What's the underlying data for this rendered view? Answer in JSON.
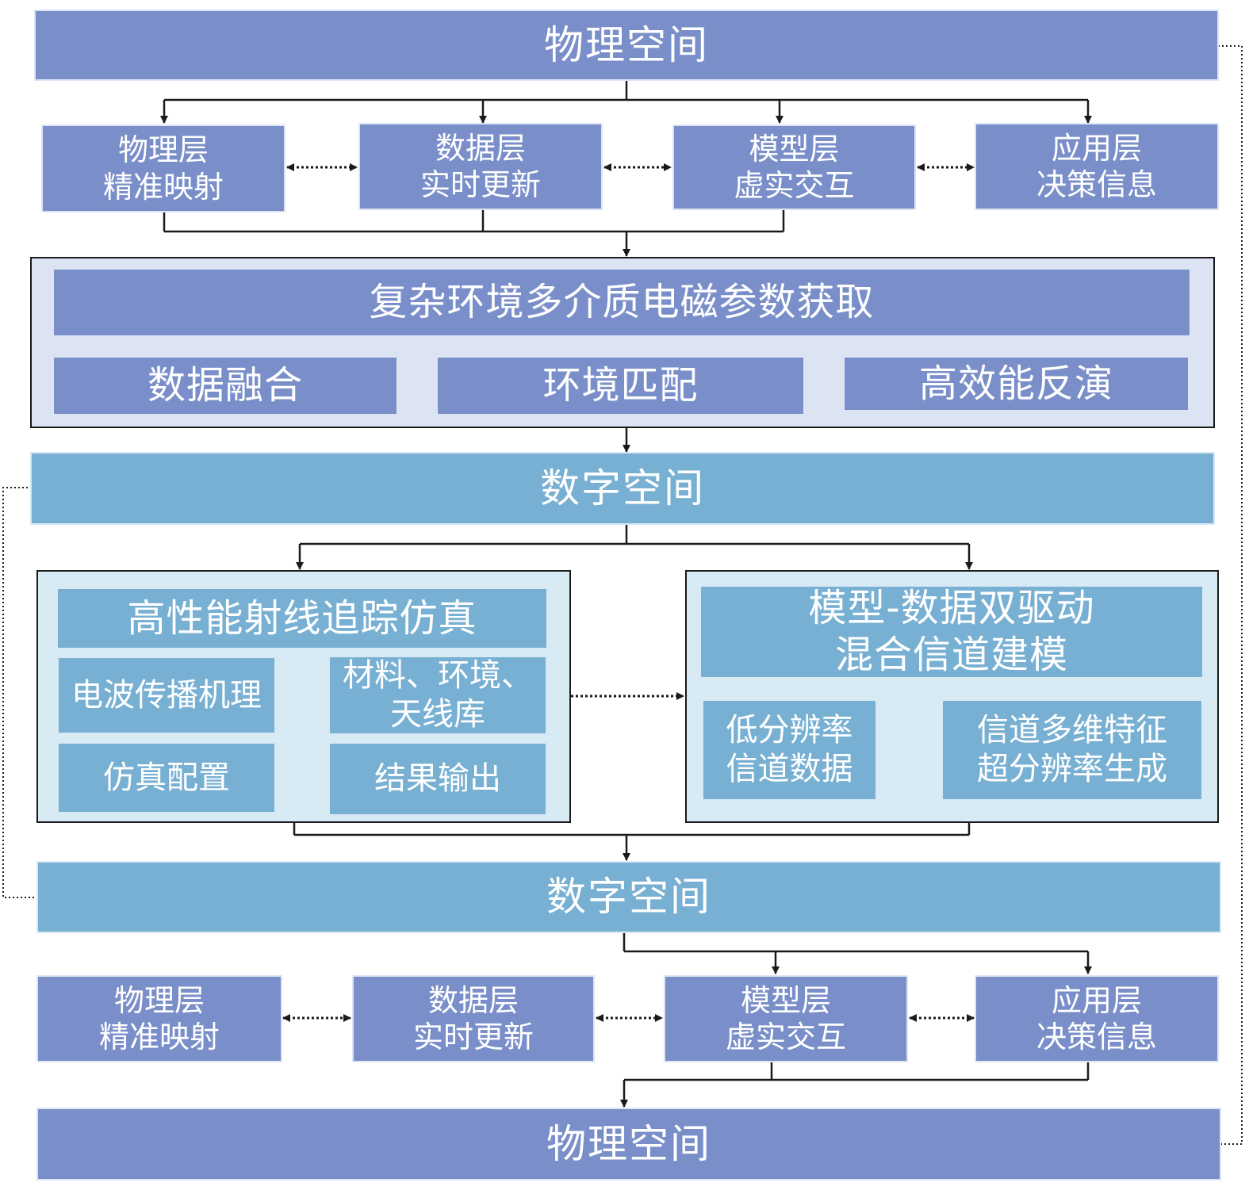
{
  "physical_space_top": "物理空间",
  "layers_top": [
    {
      "line1": "物理层",
      "line2": "精准映射"
    },
    {
      "line1": "数据层",
      "line2": "实时更新"
    },
    {
      "line1": "模型层",
      "line2": "虚实交互"
    },
    {
      "line1": "应用层",
      "line2": "决策信息"
    }
  ],
  "em_acquisition": {
    "title": "复杂环境多介质电磁参数获取",
    "items": [
      "数据融合",
      "环境匹配",
      "高效能反演"
    ]
  },
  "digital_space_1": "数字空间",
  "ray_tracing": {
    "title": "高性能射线追踪仿真",
    "cells": {
      "propagation": "电波传播机理",
      "library_line1": "材料、环境、",
      "library_line2": "天线库",
      "config": "仿真配置",
      "output": "结果输出"
    }
  },
  "hybrid_model": {
    "title_line1": "模型-数据双驱动",
    "title_line2": "混合信道建模",
    "low_line1": "低分辨率",
    "low_line2": "信道数据",
    "high_line1": "信道多维特征",
    "high_line2": "超分辨率生成"
  },
  "digital_space_2": "数字空间",
  "layers_bottom": [
    {
      "line1": "物理层",
      "line2": "精准映射"
    },
    {
      "line1": "数据层",
      "line2": "实时更新"
    },
    {
      "line1": "模型层",
      "line2": "虚实交互"
    },
    {
      "line1": "应用层",
      "line2": "决策信息"
    }
  ],
  "physical_space_bottom": "物理空间",
  "colors": {
    "purple_fill": "#7a8fc9",
    "blue_fill": "#78b0d3",
    "frame_light_purple": "#dce4f4",
    "frame_light_blue": "#d8ebf5",
    "line": "#1a1a1a"
  }
}
